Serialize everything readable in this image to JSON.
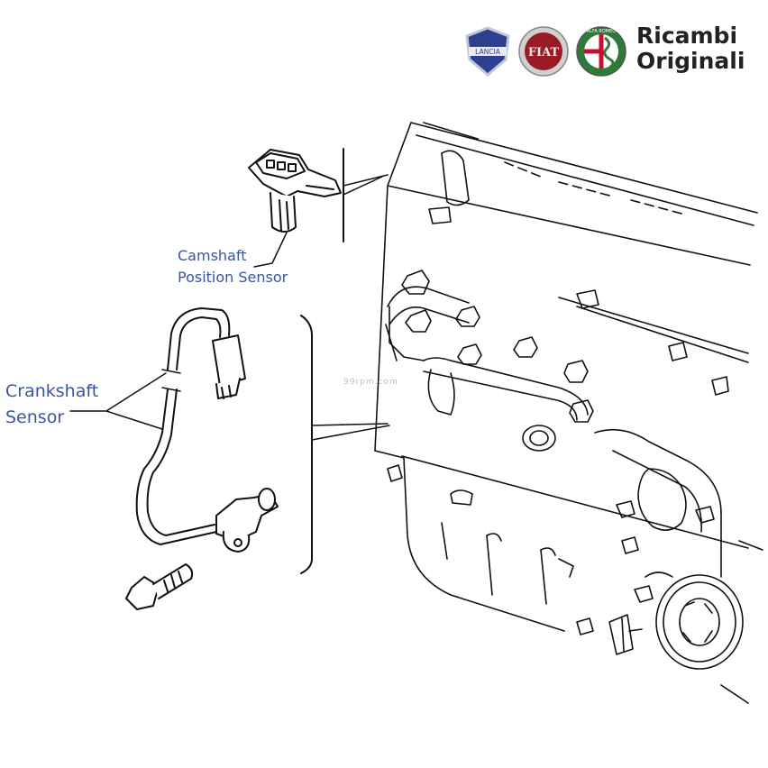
{
  "header": {
    "brand_line1": "Ricambi",
    "brand_line2": "Originali",
    "logos": [
      {
        "name": "lancia-logo",
        "text": "LANCIA"
      },
      {
        "name": "fiat-logo",
        "text": "FIAT"
      },
      {
        "name": "alfa-romeo-logo",
        "text": "ALFA ROMEO"
      }
    ]
  },
  "labels": {
    "camshaft_line1": "Camshaft",
    "camshaft_line2": "Position Sensor",
    "crankshaft_line1": "Crankshaft",
    "crankshaft_line2": "Sensor"
  },
  "watermark": "99rpm.com",
  "colors": {
    "label_blue": "#3a55a4",
    "line_art": "#111111",
    "lancia_blue": "#2d3f8f",
    "fiat_red": "#9b1b24",
    "alfa_red": "#c8102e",
    "alfa_green": "#2f7a3a"
  }
}
